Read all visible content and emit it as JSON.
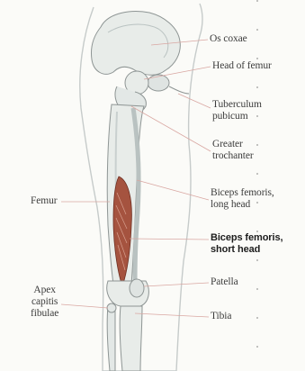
{
  "labels": {
    "os_coxae": "Os coxae",
    "head_of_femur": "Head of femur",
    "tuberculum_pubicum": [
      "Tuberculum",
      "pubicum"
    ],
    "greater_trochanter": [
      "Greater",
      "trochanter"
    ],
    "biceps_long": [
      "Biceps femoris,",
      "long head"
    ],
    "biceps_short": [
      "Biceps femoris,",
      "short head"
    ],
    "patella": "Patella",
    "tibia": "Tibia",
    "femur": "Femur",
    "apex": [
      "Apex",
      "capitis",
      "fibulae"
    ]
  },
  "colors": {
    "bone": "#e8ece9",
    "bone_shadow": "#b9c2c1",
    "muscle": "#a5533f",
    "leader_line": "#d9a7a2",
    "outline": "#8e9594"
  }
}
